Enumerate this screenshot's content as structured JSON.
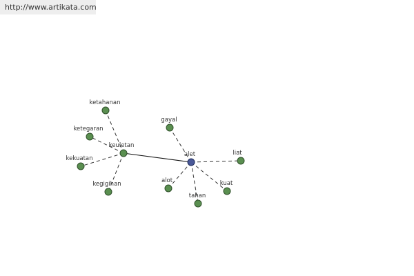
{
  "source_url": "http://www.artikata.com",
  "colors": {
    "node_fill": "#5a8f50",
    "node_stroke": "#2f4f2a",
    "center_fill": "#4a5898",
    "center_stroke": "#1f2c5a",
    "edge": "#111111",
    "dashed_edge": "#333333"
  },
  "nodes": [
    {
      "id": "alet",
      "label": "alet",
      "role": "center"
    },
    {
      "id": "keuletan",
      "label": "keuletan",
      "role": "hub"
    },
    {
      "id": "ketahanan",
      "label": "ketahanan",
      "role": "leaf"
    },
    {
      "id": "ketegaran",
      "label": "ketegaran",
      "role": "leaf"
    },
    {
      "id": "kekuatan",
      "label": "kekuatan",
      "role": "leaf"
    },
    {
      "id": "kegigihan",
      "label": "kegigihan",
      "role": "leaf"
    },
    {
      "id": "gayal",
      "label": "gayal",
      "role": "leaf"
    },
    {
      "id": "liat",
      "label": "liat",
      "role": "leaf"
    },
    {
      "id": "alot",
      "label": "alot",
      "role": "leaf"
    },
    {
      "id": "tahan",
      "label": "tahan",
      "role": "leaf"
    },
    {
      "id": "kuat",
      "label": "kuat",
      "role": "leaf"
    }
  ],
  "edges": [
    {
      "from": "alet",
      "to": "keuletan",
      "style": "solid"
    },
    {
      "from": "keuletan",
      "to": "ketahanan",
      "style": "dashed"
    },
    {
      "from": "keuletan",
      "to": "ketegaran",
      "style": "dashed"
    },
    {
      "from": "keuletan",
      "to": "kekuatan",
      "style": "dashed"
    },
    {
      "from": "keuletan",
      "to": "kegigihan",
      "style": "dashed"
    },
    {
      "from": "alet",
      "to": "gayal",
      "style": "dashed"
    },
    {
      "from": "alet",
      "to": "liat",
      "style": "dashed"
    },
    {
      "from": "alet",
      "to": "alot",
      "style": "dashed"
    },
    {
      "from": "alet",
      "to": "tahan",
      "style": "dashed"
    },
    {
      "from": "alet",
      "to": "kuat",
      "style": "dashed"
    }
  ]
}
